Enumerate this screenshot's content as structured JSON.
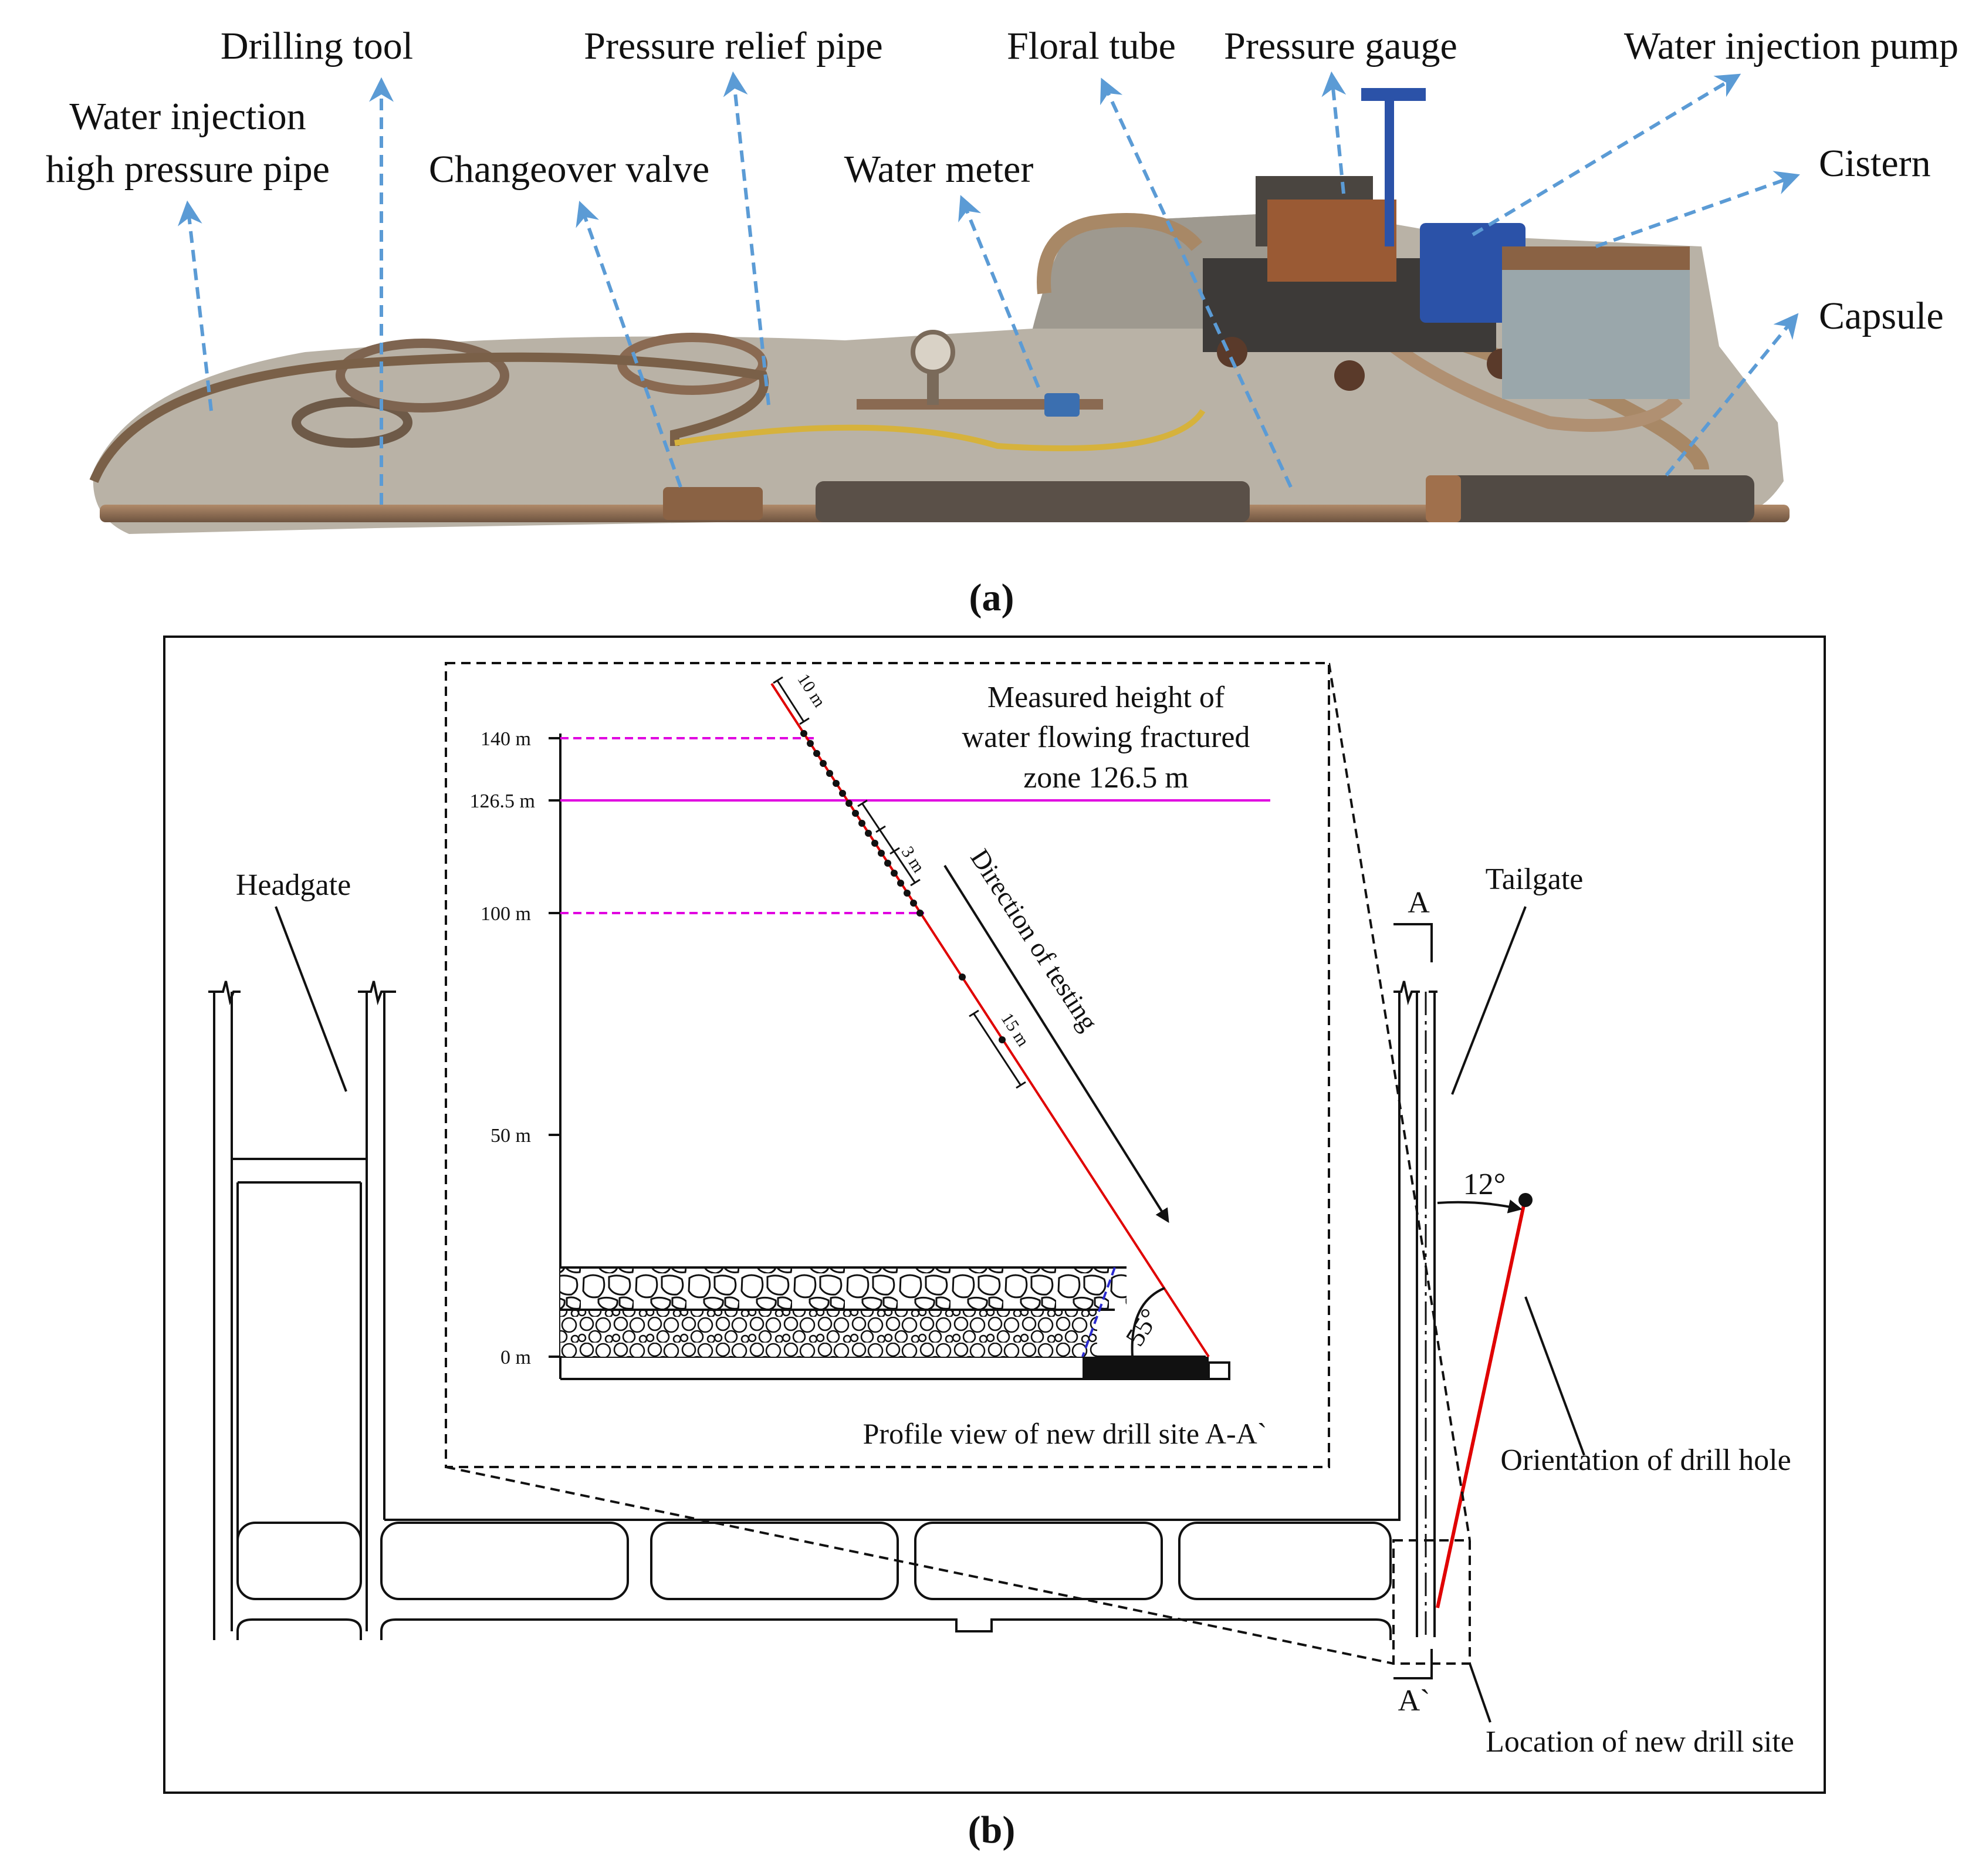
{
  "colors": {
    "ink": "#111111",
    "callout_arrow": "#5b9bd5",
    "drill_hole": "#e00000",
    "fracture_height": "#e000e0",
    "dashed_guide": "#e000e0",
    "gob_line": "#2a2ad0"
  },
  "panel_a": {
    "caption": "(a)",
    "labels": {
      "water_injection_high_pressure_pipe_line1": "Water injection",
      "water_injection_high_pressure_pipe_line2": "high pressure pipe",
      "drilling_tool": "Drilling tool",
      "changeover_valve": "Changeover valve",
      "pressure_relief_pipe": "Pressure relief pipe",
      "water_meter": "Water meter",
      "floral_tube": "Floral tube",
      "pressure_gauge": "Pressure gauge",
      "water_injection_pump": "Water injection pump",
      "cistern": "Cistern",
      "capsule": "Capsule"
    }
  },
  "panel_b": {
    "caption": "(b)",
    "labels": {
      "headgate": "Headgate",
      "tailgate": "Tailgate",
      "section_a": "A",
      "section_a_prime": "A`",
      "angle_12": "12°",
      "orientation_of_drill_hole": "Orientation of drill hole",
      "location_of_new_drill_site": "Location of new drill site"
    },
    "profile": {
      "title_line1": "Measured height of",
      "title_line2": "water flowing fractured",
      "title_line3": "zone  126.5 m",
      "caption": "Profile view of new drill site A-A`",
      "direction_label": "Direction of testing",
      "spacing_10m": "10 m",
      "spacing_3m": "3 m",
      "spacing_15m": "15 m",
      "angle_55": "55°",
      "height_ticks": [
        {
          "value": 140,
          "label": "140 m"
        },
        {
          "value": 126.5,
          "label": "126.5 m"
        },
        {
          "value": 100,
          "label": "100 m"
        },
        {
          "value": 50,
          "label": "50 m"
        },
        {
          "value": 0,
          "label": "0 m"
        }
      ],
      "measured_height_m": 126.5,
      "dip_angle_deg": 55,
      "azimuth_offset_deg": 12
    }
  }
}
